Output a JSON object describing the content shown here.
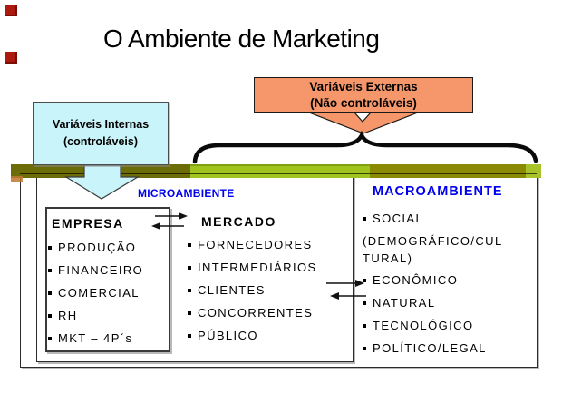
{
  "slide": {
    "title": "O Ambiente de Marketing"
  },
  "decor": {
    "red_square_color": "#AC1A0F",
    "red_squares_count": 2
  },
  "callouts": {
    "internal": {
      "line1": "Variáveis Internas",
      "line2": "(controláveis)",
      "fill": "#C9F5FA"
    },
    "external": {
      "line1": "Variáveis Externas",
      "line2": "(Não controláveis)",
      "fill": "#F6976B"
    }
  },
  "bar": {
    "olive": "#6C6C08",
    "bright_green": "#9EC41D",
    "right_olive": "#8A8A05",
    "end_cap": "#A8C32A"
  },
  "micro": {
    "label": "MICROAMBIENTE",
    "label_color": "#0000EE",
    "empresa": {
      "heading": "EMPRESA",
      "items": [
        "PRODUÇÃO",
        "FINANCEIRO",
        "COMERCIAL",
        "RH",
        "MKT – 4P´s"
      ]
    },
    "mercado": {
      "heading": "MERCADO",
      "items": [
        "FORNECEDORES",
        "INTERMEDIÁRIOS",
        "CLIENTES",
        "CONCORRENTES",
        "PÚBLICO"
      ]
    }
  },
  "macro": {
    "label": "MACROAMBIENTE",
    "label_color": "#0000EE",
    "lines": [
      {
        "t": "SOCIAL",
        "b": true
      },
      {
        "t": "(DEMOGRÁFICO/CUL",
        "b": false
      },
      {
        "t": "TURAL)",
        "b": false,
        "cls": "wrap"
      },
      {
        "t": "ECONÔMICO",
        "b": true
      },
      {
        "t": "NATURAL",
        "b": true
      },
      {
        "t": "TECNOLÓGICO",
        "b": true
      },
      {
        "t": "POLÍTICO/LEGAL",
        "b": true
      }
    ]
  }
}
